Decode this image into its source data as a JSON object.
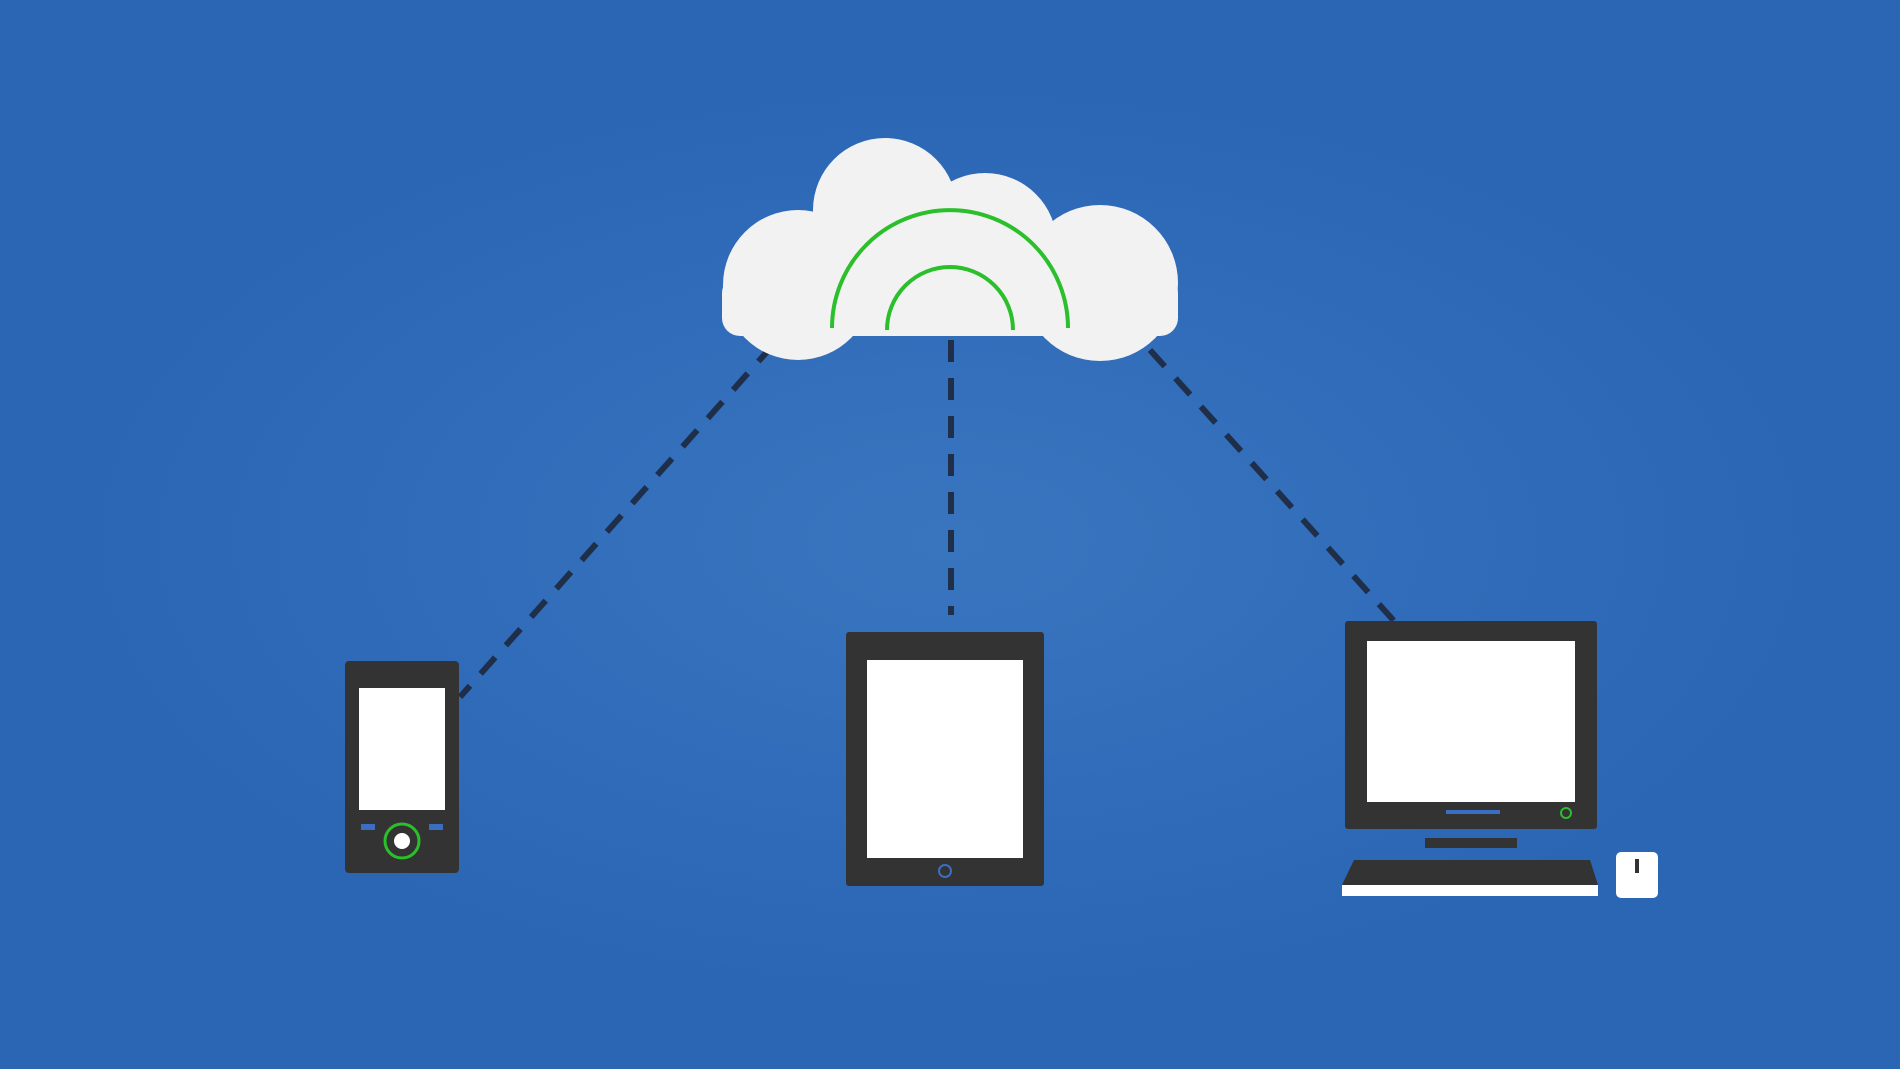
{
  "colors": {
    "background": "#2a66b4",
    "device_body": "#333333",
    "screen": "#ffffff",
    "cloud": "#f2f2f2",
    "signal": "#2bbf2b",
    "connector": "#1f2f4a",
    "accent_blue": "#3a6ec0"
  },
  "diagram": {
    "hub": {
      "kind": "cloud",
      "icon": "cloud-icon",
      "badge_icon": "wifi-signal-icon"
    },
    "nodes": [
      {
        "kind": "smartphone",
        "icon": "smartphone-icon"
      },
      {
        "kind": "tablet",
        "icon": "tablet-icon"
      },
      {
        "kind": "desktop-computer",
        "icon": "desktop-computer-icon"
      }
    ],
    "edges": [
      {
        "from": "cloud",
        "to": "smartphone",
        "style": "dashed"
      },
      {
        "from": "cloud",
        "to": "tablet",
        "style": "dashed"
      },
      {
        "from": "cloud",
        "to": "desktop-computer",
        "style": "dashed"
      }
    ]
  }
}
